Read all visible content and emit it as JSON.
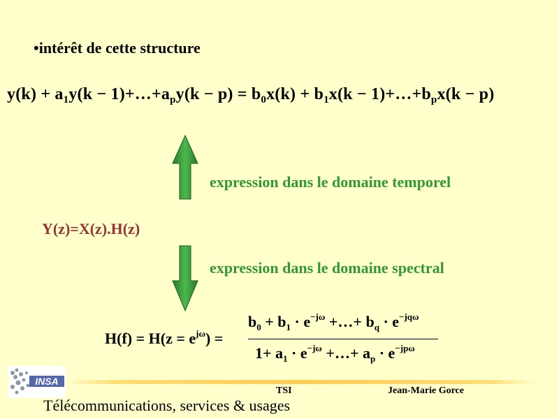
{
  "slide": {
    "bullet": "•intérêt de cette structure",
    "equation_time": {
      "lhs_1": "y(k) + a",
      "sub_a1": "1",
      "lhs_2": "y(k − 1)+…+a",
      "sub_ap": "p",
      "lhs_3": "y(k − p) = b",
      "sub_b0": "0",
      "rhs_1": "x(k) + b",
      "sub_b1": "1",
      "rhs_2": "x(k − 1)+…+b",
      "sub_bp": "p",
      "rhs_3": "x(k − p)"
    },
    "label_temporel": "expression dans le domaine temporel",
    "label_spectral": "expression dans le domaine spectral",
    "transfer": "Y(z)=X(z).H(z)",
    "hf": {
      "lhs": "H(f) = H(z = e",
      "lhs_sup": "jω",
      "lhs_end": ") =",
      "num_1": "b",
      "num_sub0": "0",
      "num_2": " + b",
      "num_sub1": "1",
      "num_3": " · e",
      "num_sup1": "−jω",
      "num_4": " +…+ b",
      "num_subq": "q",
      "num_5": " · e",
      "num_sup2": "−jqω",
      "den_1": "1+ a",
      "den_sub1": "1",
      "den_2": " · e",
      "den_sup1": "−jω",
      "den_3": " +…+ a",
      "den_subp": "p",
      "den_4": " · e",
      "den_sup2": "−jpω"
    },
    "arrow_color": "#339933"
  },
  "footer": {
    "logo_text": "INSA",
    "course": "TSI",
    "author": "Jean-Marie Gorce",
    "title": "Télécommunications, services & usages"
  }
}
